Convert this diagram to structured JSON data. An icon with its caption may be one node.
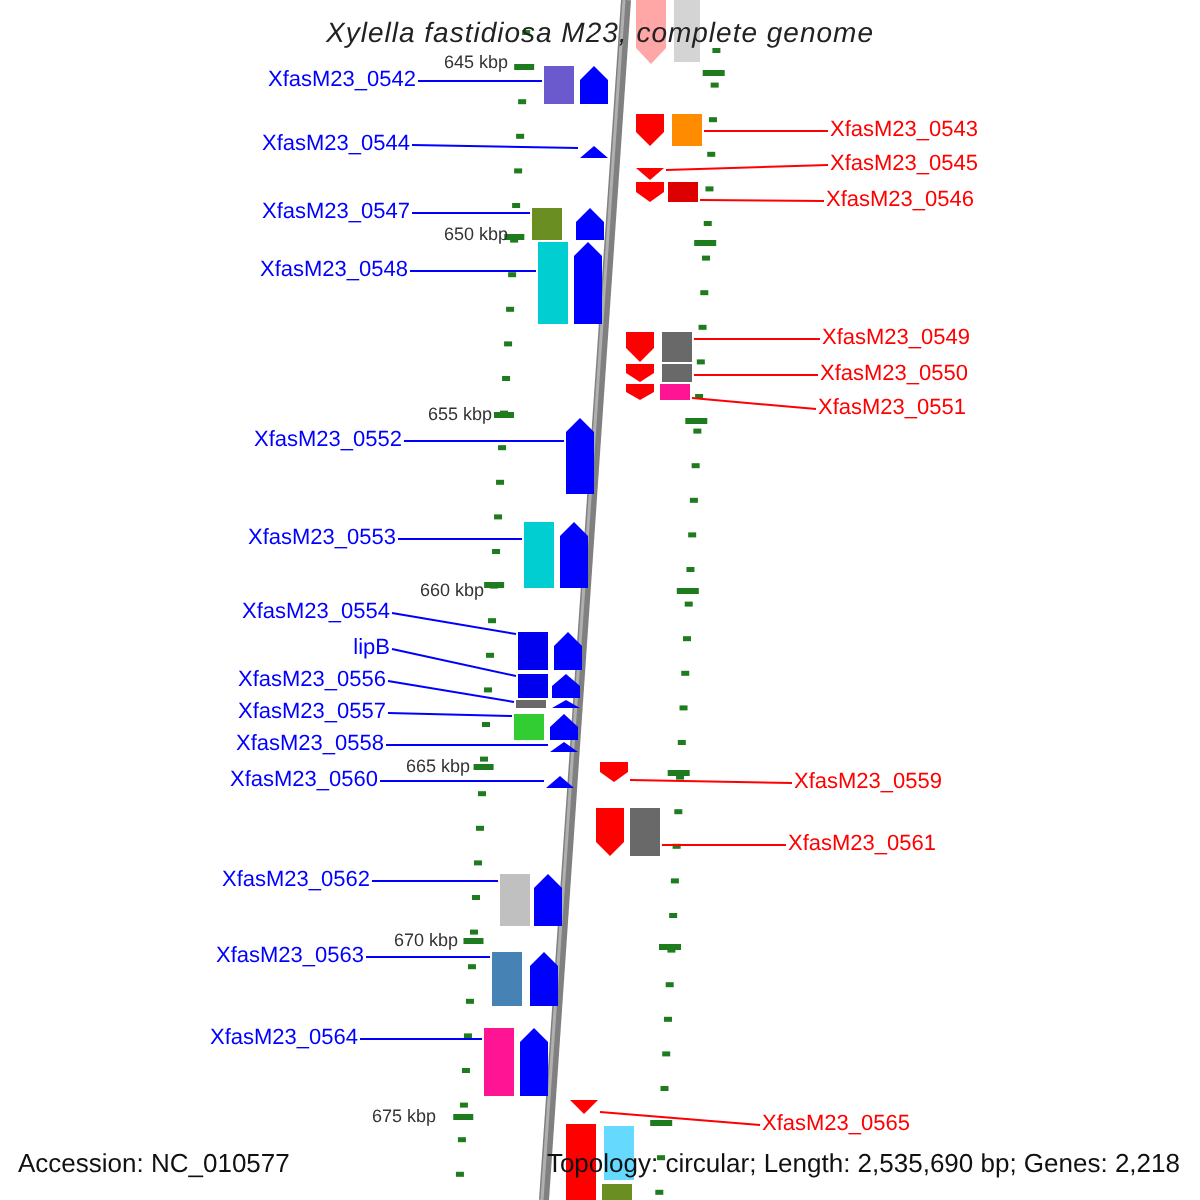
{
  "diagram": {
    "title": "Xylella fastidiosa M23, complete genome",
    "nodes": [
      {
        "text": [
          "XfasM23_0542"
        ]
      },
      {
        "text": [],
        "shape": "arrow"
      },
      {
        "text": [
          "XfasM23_0543"
        ]
      },
      {
        "text": [],
        "shape": "arrow"
      },
      {
        "text": [
          "XfasM23_0544"
        ]
      },
      {
        "text": [],
        "shape": "arrow"
      },
      {
        "text": [
          "XfasM23_0545"
        ]
      },
      {
        "text": [],
        "shape": "arrow"
      },
      {
        "text": [
          "XfasM23_0546"
        ]
      },
      {
        "text": [],
        "shape": "arrow"
      },
      {
        "text": [
          "XfasM23_0547"
        ]
      },
      {
        "text": [],
        "shape": "arrow"
      },
      {
        "text": [
          "XfasM23_0548"
        ]
      },
      {
        "text": [],
        "shape": "arrow"
      },
      {
        "text": [
          "XfasM23_0549"
        ]
      },
      {
        "text": [],
        "shape": "arrow"
      },
      {
        "text": [
          "XfasM23_0550"
        ]
      },
      {
        "text": [],
        "shape": "arrow"
      },
      {
        "text": [
          "XfasM23_0551"
        ]
      },
      {
        "text": [],
        "shape": "arrow"
      },
      {
        "text": [
          "XfasM23_0552"
        ]
      },
      {
        "text": [],
        "shape": "arrow"
      },
      {
        "text": [
          "XfasM23_0553"
        ]
      },
      {
        "text": [],
        "shape": "arrow"
      },
      {
        "text": [
          "XfasM23_0554"
        ]
      },
      {
        "text": [],
        "shape": "arrow"
      },
      {
        "text": [
          "lipB"
        ]
      },
      {
        "text": [],
        "shape": "arrow"
      },
      {
        "text": [
          "XfasM23_0556"
        ]
      },
      {
        "text": [],
        "shape": "arrow"
      },
      {
        "text": [
          "XfasM23_0557"
        ]
      },
      {
        "text": [],
        "shape": "arrow"
      },
      {
        "text": [
          "XfasM23_0558"
        ]
      },
      {
        "text": [],
        "shape": "arrow"
      },
      {
        "text": [
          "XfasM23_0560"
        ]
      },
      {
        "text": [],
        "shape": "arrow"
      },
      {
        "text": [
          "XfasM23_0559"
        ]
      },
      {
        "text": [],
        "shape": "arrow"
      },
      {
        "text": [
          "XfasM23_0561"
        ]
      },
      {
        "text": [],
        "shape": "arrow"
      },
      {
        "text": [
          "XfasM23_0562"
        ]
      },
      {
        "text": [],
        "shape": "arrow"
      },
      {
        "text": [
          "XfasM23_0563"
        ]
      },
      {
        "text": [],
        "shape": "arrow"
      },
      {
        "text": [
          "XfasM23_0564"
        ]
      },
      {
        "text": [],
        "shape": "arrow"
      },
      {
        "text": [
          "XfasM23_0565"
        ]
      },
      {
        "text": [],
        "shape": "arrow"
      }
    ],
    "edges": [
      {
        "from": 0,
        "to": 1,
        "arrow": "none"
      },
      {
        "from": 2,
        "to": 3,
        "arrow": "none",
        "color": "#ff0000"
      },
      {
        "from": 4,
        "to": 5,
        "arrow": "none"
      },
      {
        "from": 6,
        "to": 7,
        "arrow": "none",
        "color": "#ff0000"
      },
      {
        "from": 8,
        "to": 9,
        "arrow": "none",
        "color": "#ff0000"
      },
      {
        "from": 10,
        "to": 11,
        "arrow": "none"
      },
      {
        "from": 12,
        "to": 13,
        "arrow": "none"
      },
      {
        "from": 14,
        "to": 15,
        "arrow": "none",
        "color": "#ff0000"
      },
      {
        "from": 16,
        "to": 17,
        "arrow": "none",
        "color": "#ff0000"
      },
      {
        "from": 18,
        "to": 19,
        "arrow": "none",
        "color": "#ff0000"
      },
      {
        "from": 20,
        "to": 21,
        "arrow": "none"
      },
      {
        "from": 22,
        "to": 23,
        "arrow": "none"
      },
      {
        "from": 24,
        "to": 25,
        "arrow": "none"
      },
      {
        "from": 26,
        "to": 27,
        "arrow": "none"
      },
      {
        "from": 28,
        "to": 29,
        "arrow": "none"
      },
      {
        "from": 30,
        "to": 31,
        "arrow": "none"
      },
      {
        "from": 32,
        "to": 33,
        "arrow": "none"
      },
      {
        "from": 34,
        "to": 35,
        "arrow": "none"
      },
      {
        "from": 36,
        "to": 37,
        "arrow": "none",
        "color": "#ff0000"
      },
      {
        "from": 38,
        "to": 39,
        "arrow": "none",
        "color": "#ff0000"
      },
      {
        "from": 40,
        "to": 41,
        "arrow": "none"
      },
      {
        "from": 42,
        "to": 43,
        "arrow": "none"
      },
      {
        "from": 44,
        "to": 45,
        "arrow": "none"
      },
      {
        "from": 46,
        "to": 47,
        "arrow": "none",
        "color": "#ff0000"
      }
    ],
    "labels": [
      "645 kbp",
      "650 kbp",
      "655 kbp",
      "660 kbp",
      "665 kbp",
      "670 kbp",
      "675 kbp",
      "Accession: NC_010577",
      "Topology: circular; Length: 2,535,690 bp; Genes: 2,218"
    ]
  }
}
